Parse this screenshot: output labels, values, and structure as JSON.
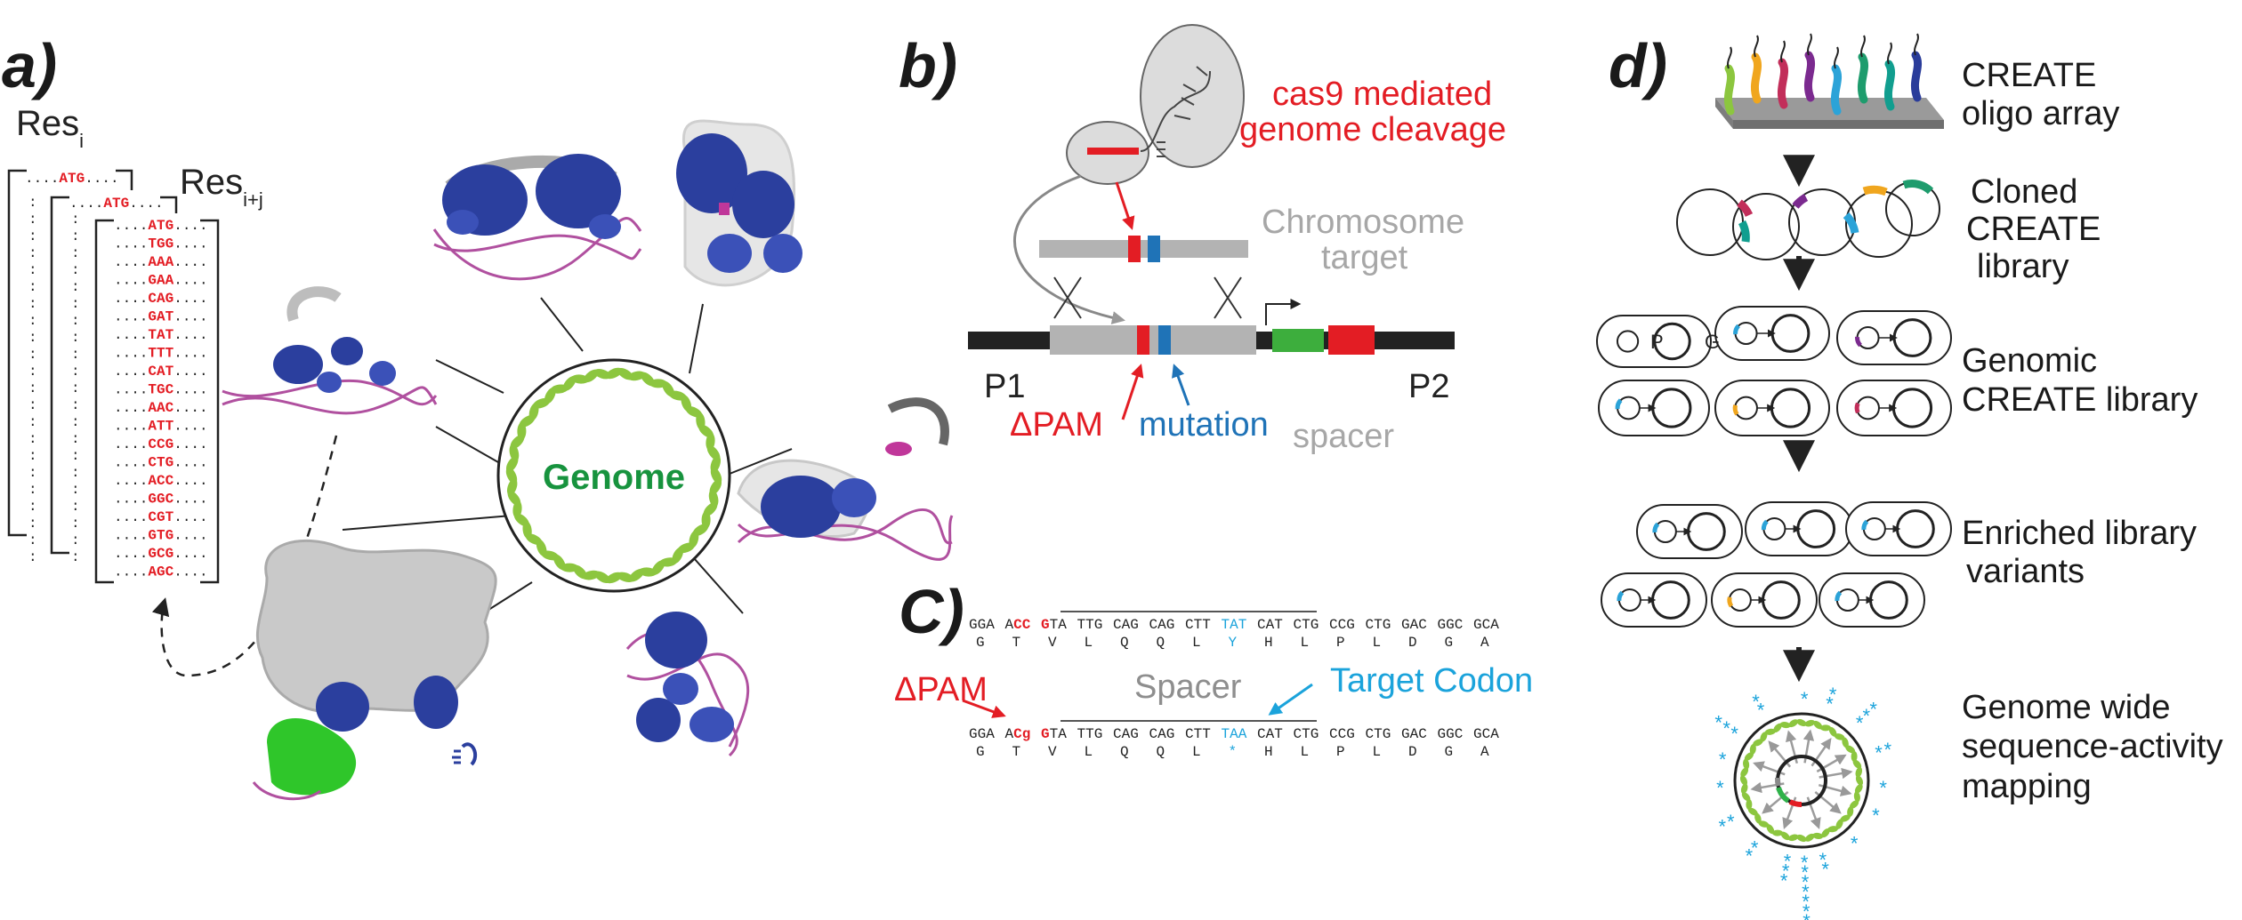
{
  "colors": {
    "red": "#e31d24",
    "blue": "#1f73b7",
    "cyan": "#1ba3db",
    "gray_text": "#a7a7a7",
    "genome_green": "#17933e",
    "leaf_green": "#8cc63f",
    "protein_blue": "#2b3f9e",
    "dna_magenta": "#b0509f"
  },
  "panel_a": {
    "label": "a)",
    "res_i_base": "Res",
    "res_i_sub": "i",
    "res_ij_base": "Res",
    "res_ij_sub": "i+j",
    "bracket1_codon": "ATG",
    "bracket2_codon": "ATG",
    "codons": [
      "ATG",
      "TGG",
      "AAA",
      "GAA",
      "CAG",
      "GAT",
      "TAT",
      "TTT",
      "CAT",
      "TGC",
      "AAC",
      "ATT",
      "CCG",
      "CTG",
      "ACC",
      "GGC",
      "CGT",
      "GTG",
      "GCG",
      "AGC"
    ],
    "genome_label": "Genome"
  },
  "panel_b": {
    "label": "b)",
    "cleavage_line1": "cas9 mediated",
    "cleavage_line2": "genome cleavage",
    "chromosome_line1": "Chromosome",
    "chromosome_line2": "target",
    "p1": "P1",
    "p2": "P2",
    "dpam": "ΔPAM",
    "mutation": "mutation",
    "spacer": "spacer"
  },
  "panel_c": {
    "label": "C)",
    "seq1_nt": [
      "GGA",
      "ACC",
      "GTA",
      "TTG",
      "CAG",
      "CAG",
      "CTT",
      "TAT",
      "CAT",
      "CTG",
      "CCG",
      "CTG",
      "GAC",
      "GGC",
      "GCA"
    ],
    "seq1_aa": [
      "G",
      "T",
      "V",
      "L",
      "Q",
      "Q",
      "L",
      "Y",
      "H",
      "L",
      "P",
      "L",
      "D",
      "G",
      "A"
    ],
    "seq2_nt": [
      "GGA",
      "ACg",
      "GTA",
      "TTG",
      "CAG",
      "CAG",
      "CTT",
      "TAA",
      "CAT",
      "CTG",
      "CCG",
      "CTG",
      "GAC",
      "GGC",
      "GCA"
    ],
    "seq2_aa": [
      "G",
      "T",
      "V",
      "L",
      "Q",
      "Q",
      "L",
      "*",
      "H",
      "L",
      "P",
      "L",
      "D",
      "G",
      "A"
    ],
    "dpam": "ΔPAM",
    "spacer": "Spacer",
    "target_codon": "Target Codon"
  },
  "panel_d": {
    "label": "d)",
    "step1_l1": "CREATE",
    "step1_l2": "oligo array",
    "step2_l1": "Cloned",
    "step2_l2": "CREATE",
    "step2_l3": "library",
    "step3_l1": "Genomic",
    "step3_l2": "CREATE library",
    "step4_l1": "Enriched library",
    "step4_l2": "variants",
    "step5_l1": "Genome wide",
    "step5_l2": "sequence-activity",
    "step5_l3": "mapping",
    "plasmid_p": "P",
    "plasmid_g": "G"
  }
}
